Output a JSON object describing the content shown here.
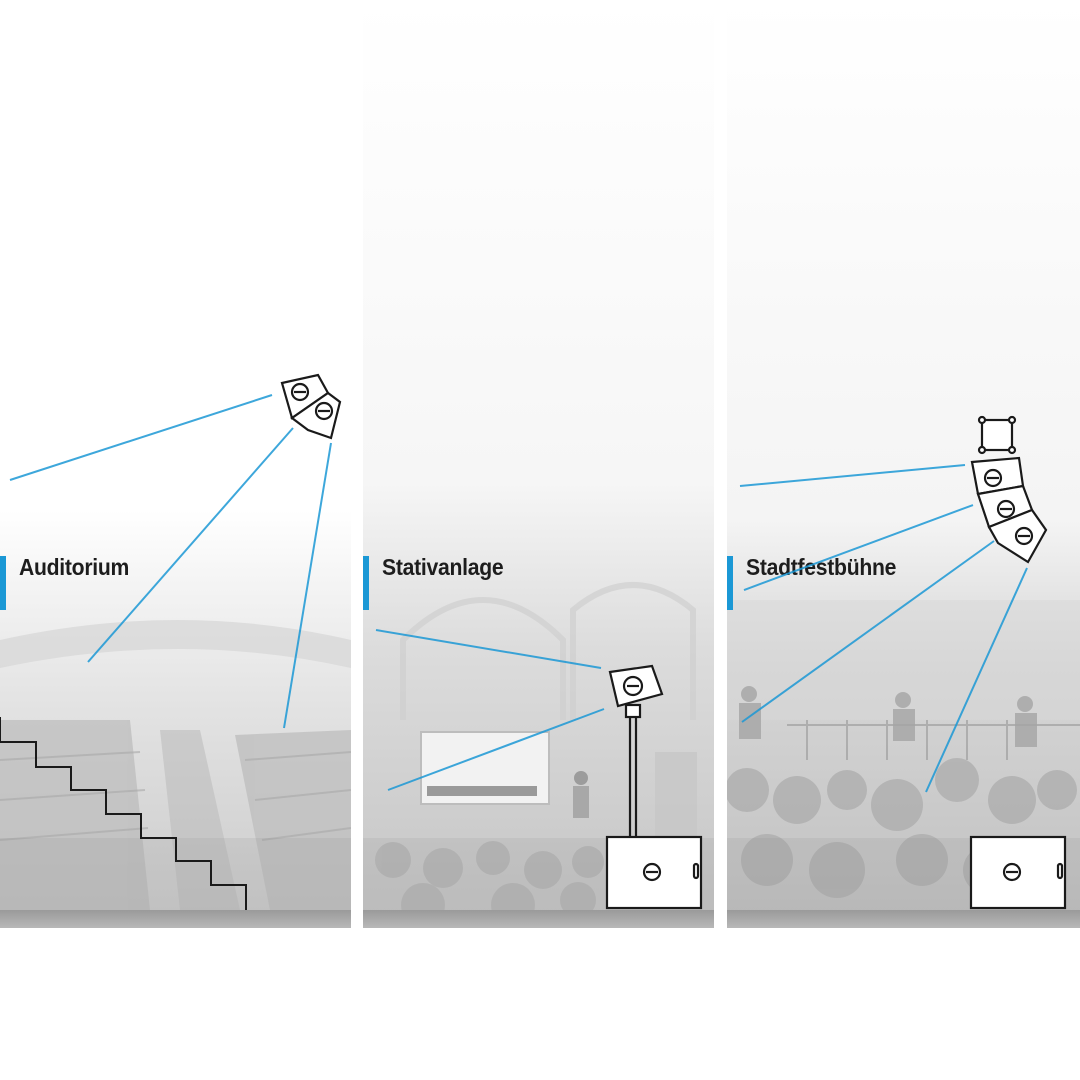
{
  "panels": [
    {
      "title": "Auditorium",
      "scene": "auditorium-seating-photo",
      "icons": [
        "line-array-speaker-icon",
        "staircase-icon"
      ]
    },
    {
      "title": "Stativanlage",
      "scene": "conference-hall-photo",
      "icons": [
        "speaker-on-pole-icon",
        "subwoofer-icon"
      ]
    },
    {
      "title": "Stadtfestbühne",
      "scene": "festival-stage-photo",
      "icons": [
        "truss-icon",
        "line-array-speaker-icon",
        "subwoofer-icon"
      ]
    }
  ],
  "colors": {
    "accent": "#1b98d5",
    "beam": "#1b98d5",
    "outline": "#1a1a1a",
    "photo_tone": "#c8c8c8"
  }
}
